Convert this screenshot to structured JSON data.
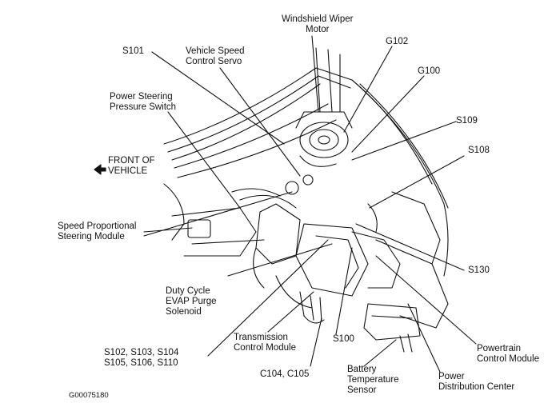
{
  "labels": {
    "windshield_wiper_motor": "Windshield Wiper\nMotor",
    "g102": "G102",
    "g100": "G100",
    "s101": "S101",
    "vehicle_speed_control_servo": "Vehicle Speed\nControl Servo",
    "power_steering_pressure_switch": "Power Steering\nPressure Switch",
    "s109": "S109",
    "s108": "S108",
    "front_of_vehicle": "FRONT OF\nVEHICLE",
    "speed_proportional_steering_module": "Speed Proportional\nSteering Module",
    "s130": "S130",
    "duty_cycle_evap_purge_solenoid": "Duty Cycle\nEVAP Purge\nSolenoid",
    "transmission_control_module": "Transmission\nControl Module",
    "s100": "S100",
    "powertrain_control_module": "Powertrain\nControl Module",
    "splices": "S102, S103, S104\nS105, S106, S110",
    "c104_c105": "C104, C105",
    "battery_temperature_sensor": "Battery\nTemperature\nSensor",
    "power_distribution_center": "Power\nDistribution Center",
    "figure_id": "G00075180"
  },
  "colors": {
    "line": "#111111",
    "background": "#ffffff"
  }
}
